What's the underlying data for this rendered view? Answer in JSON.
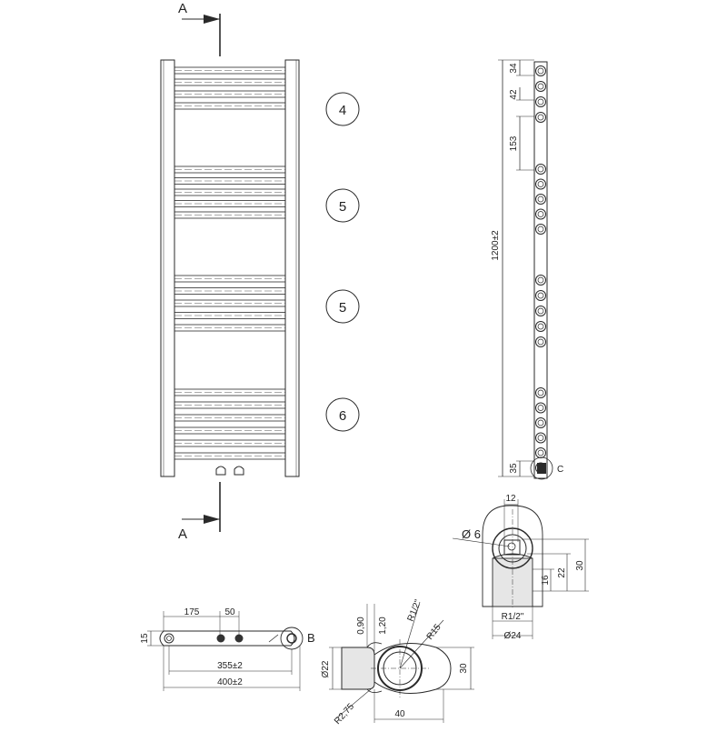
{
  "section_marks": {
    "top_letter": "A",
    "bottom_letter": "A"
  },
  "bar_groups": [
    {
      "count_label": "4",
      "bars": 4
    },
    {
      "count_label": "5",
      "bars": 5
    },
    {
      "count_label": "5",
      "bars": 5
    },
    {
      "count_label": "6",
      "bars": 6
    }
  ],
  "side_view": {
    "height_label": "1200±2",
    "top_gap_1": "34",
    "top_gap_2": "42",
    "group_gap": "153",
    "bottom_gap": "35",
    "detail_letter": "C"
  },
  "bottom_view": {
    "d175": "175",
    "d50": "50",
    "d15": "15",
    "d355": "355±2",
    "d400": "400±2",
    "detail_letter": "B"
  },
  "detail_b": {
    "d090": "0,90",
    "d120": "1,20",
    "r12": "R1/2\"",
    "r15": "R15",
    "d22": "Ø22",
    "d30": "30",
    "r275": "R2,75",
    "d40": "40"
  },
  "detail_c": {
    "d12": "12",
    "d6": "Ø 6",
    "d16": "16",
    "d22": "22",
    "d30": "30",
    "r12": "R1/2\"",
    "d24": "Ø24"
  },
  "colors": {
    "line": "#2a2a2a",
    "fill_dark": "#333333",
    "fill_grey": "#d9d9d9"
  }
}
